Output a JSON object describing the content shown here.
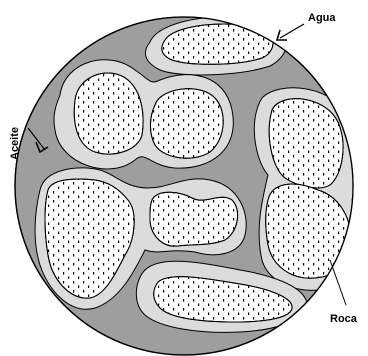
{
  "diagram": {
    "labels": {
      "water": "Agua",
      "oil": "Aceite",
      "rock": "Roca"
    },
    "colors": {
      "oil": "#9e9e9e",
      "water": "#dcdcdc",
      "rock": "#ffffff",
      "outline": "#000000",
      "dots": "#000000"
    }
  }
}
